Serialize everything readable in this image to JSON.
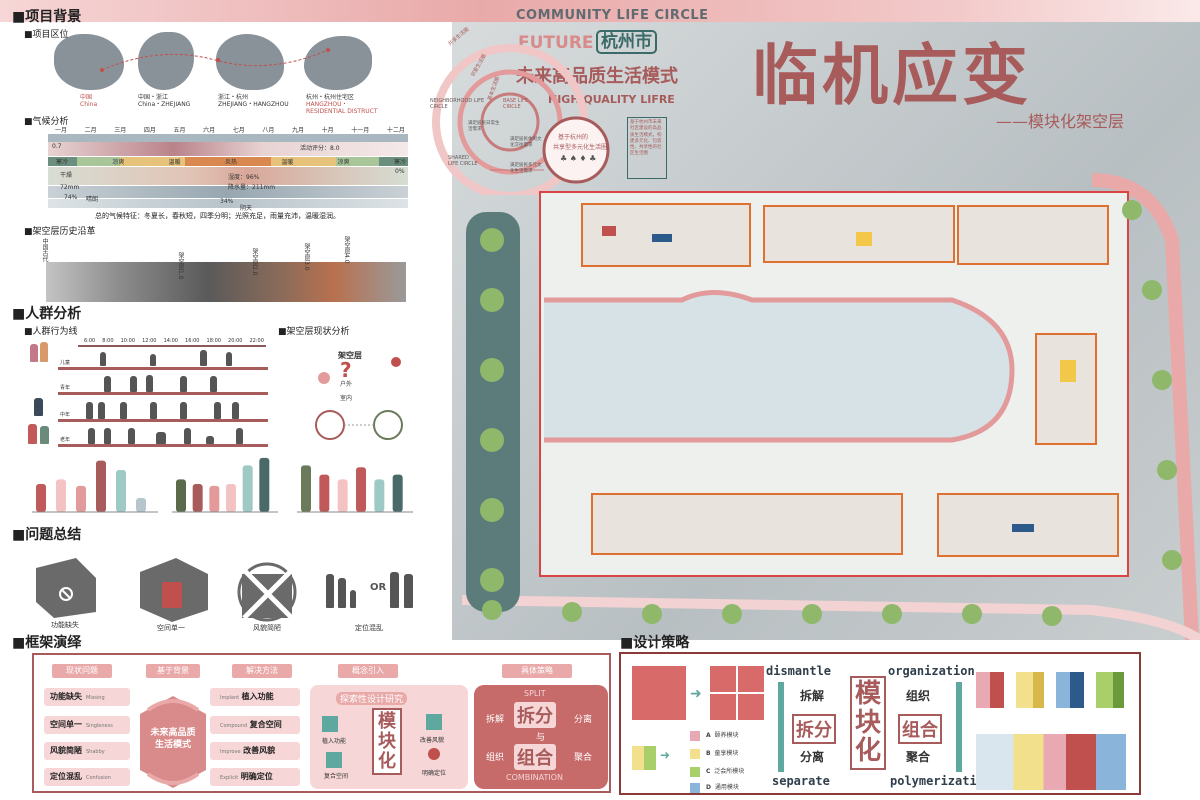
{
  "header": {
    "community_title": "COMMUNITY LIFE CIRCLE",
    "future": "FUTURE",
    "city": "杭州市",
    "mode": "未来高品质生活模式",
    "high_quality": "HIGH QUALITY LIFRE",
    "main_title": "临机应变",
    "subtitle": "——模块化架空层"
  },
  "circle": {
    "outer_arc": "邻里生活圈",
    "neighborhood": "NEIGHBORHOOD LIFE CIRCLE",
    "mid_arc": "基本生活圈",
    "base": "BASE LIFE CIRCLE",
    "shared_arc": "共享生活圈",
    "shared": "SHARED LIFE CIRCLE",
    "note1": "满足居民日常生活需求",
    "note2": "满足居民休闲文化交往需求",
    "note3": "满足居民多元文化生活需求",
    "ring_title": "基于杭州的",
    "ring_sub": "共享型多元化生活圈",
    "side_note": "基于杭州市未来社区建设的高品质生活模式，构建多元化、包容性、共享性的社区生活圈"
  },
  "section1": {
    "title": "■项目背景",
    "location": "■项目区位",
    "maps": [
      {
        "cn": "中国",
        "en": "China"
      },
      {
        "cn": "中国・浙江",
        "en": "China・ZHEJIANG"
      },
      {
        "cn": "浙江・杭州",
        "en": "ZHEJIANG・HANGZHOU"
      },
      {
        "cn": "杭州・杭州住宅区",
        "en": "HANGZHOU・RESIDENTIAL DISTRUCT"
      }
    ],
    "climate": "■气候分析",
    "months": [
      "一月",
      "二月",
      "三月",
      "四月",
      "五月",
      "六月",
      "七月",
      "八月",
      "九月",
      "十月",
      "十一月",
      "十二月"
    ],
    "comfort": "活动评分：8.0",
    "val_07": "0.7",
    "temps": [
      "寒冷",
      "凉爽",
      "温暖",
      "炎热",
      "温暖",
      "凉爽",
      "寒冷"
    ],
    "dry": "干燥",
    "humid": "湿度：96%",
    "rain": "降水量：211mm",
    "p72": "72mm",
    "p74": "74%",
    "sunny": "晴朗",
    "p34": "34%",
    "cloudy": "阴天",
    "zero": "0%",
    "summary": "总的气候特征：冬夏长，春秋短，四季分明；光照充足，雨量充沛，温暖湿润。",
    "history": "■架空层历史沿革",
    "history_labels": [
      "中国古代",
      "架空层1.0",
      "架空层2.0",
      "架空层3.0",
      "架空层4.0"
    ]
  },
  "section2": {
    "title": "■人群分析",
    "behavior": "■人群行为线",
    "times": [
      "6:00",
      "8:00",
      "10:00",
      "12:00",
      "14:00",
      "16:00",
      "18:00",
      "20:00",
      "22:00"
    ],
    "groups": [
      "儿童",
      "青年",
      "中年",
      "老年"
    ],
    "status": "■架空层现状分析",
    "status_labels": [
      "架空层",
      "户外",
      "室内"
    ],
    "bars_left": [
      30,
      35,
      28,
      55,
      45,
      15
    ],
    "bars_mid": [
      35,
      30,
      28,
      30,
      50,
      58
    ],
    "bars_right": [
      50,
      40,
      35,
      48,
      35,
      40
    ]
  },
  "section3": {
    "title": "■问题总结",
    "items": [
      "功能缺失",
      "空间单一",
      "风貌简陋",
      "定位混乱"
    ],
    "or": "OR"
  },
  "section4": {
    "title": "■框架演绎",
    "heads": [
      "现状问题",
      "基于背景",
      "解决方法",
      "概念引入",
      "具体策略"
    ],
    "problems": [
      {
        "cn": "功能缺失",
        "en": "Missing"
      },
      {
        "cn": "空间单一",
        "en": "Singleness"
      },
      {
        "cn": "风貌简陋",
        "en": "Shabby"
      },
      {
        "cn": "定位混乱",
        "en": "Confusion"
      }
    ],
    "background": "未来高品质生活模式",
    "methods": [
      {
        "en": "Implant",
        "cn": "植入功能"
      },
      {
        "en": "Compound",
        "cn": "复合空间"
      },
      {
        "en": "Improve",
        "cn": "改善风貌"
      },
      {
        "en": "Explicit",
        "cn": "明确定位"
      }
    ],
    "concept_title": "探索性设计研究",
    "concept_main": "模块化",
    "concept_labels": [
      "植入功能",
      "复合空间",
      "改善风貌",
      "明确定位"
    ],
    "split_en": "SPLIT",
    "split_l": "拆解",
    "split": "拆分",
    "split_r": "分离",
    "and": "与",
    "combine_l": "组织",
    "combine": "组合",
    "combine_r": "聚合",
    "combination": "COMBINATION"
  },
  "section5": {
    "title": "■设计策略",
    "dismantle": "dismantle",
    "separate": "separate",
    "organization": "organization",
    "polymerization": "polymerization",
    "chaijie": "拆解",
    "chaifen": "拆分",
    "fenli": "分离",
    "zuzhi": "组织",
    "zuhe": "组合",
    "juhe": "聚合",
    "main": "模块化",
    "modules": [
      {
        "letter": "A",
        "name": "颐养模块",
        "color": "#e9a9b3"
      },
      {
        "letter": "B",
        "name": "童享模块",
        "color": "#f3e08c"
      },
      {
        "letter": "C",
        "name": "泛会所模块",
        "color": "#a9cf6a"
      },
      {
        "letter": "D",
        "name": "通用模块",
        "color": "#8ab4d9"
      }
    ]
  },
  "colors": {
    "accent": "#a85b5b",
    "pink": "#e9a9a9",
    "teal": "#5fa8a0",
    "dark": "#3b5560"
  }
}
